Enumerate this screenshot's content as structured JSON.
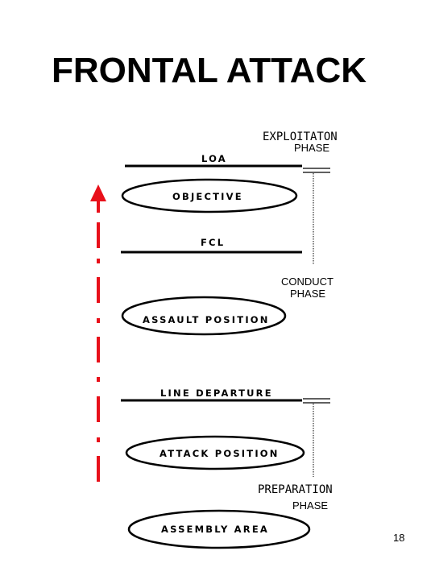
{
  "title": "FRONTAL ATTACK",
  "page_number": "18",
  "colors": {
    "arrow": "#e8101a",
    "lines": "#000000",
    "background": "#ffffff"
  },
  "phases": {
    "exploitation": {
      "name": "EXPLOITATON",
      "sub": "PHASE"
    },
    "conduct": {
      "name": "CONDUCT",
      "sub": "PHASE"
    },
    "preparation": {
      "name": "PREPARATION",
      "sub": "PHASE"
    }
  },
  "lines": {
    "loa": "LOA",
    "fcl": "FCL",
    "line_departure": "LINE DEPARTURE"
  },
  "areas": {
    "objective": "OBJECTIVE",
    "assault_position": "ASSAULT POSITION",
    "attack_position": "ATTACK POSITION",
    "assembly_area": "ASSEMBLY AREA"
  }
}
